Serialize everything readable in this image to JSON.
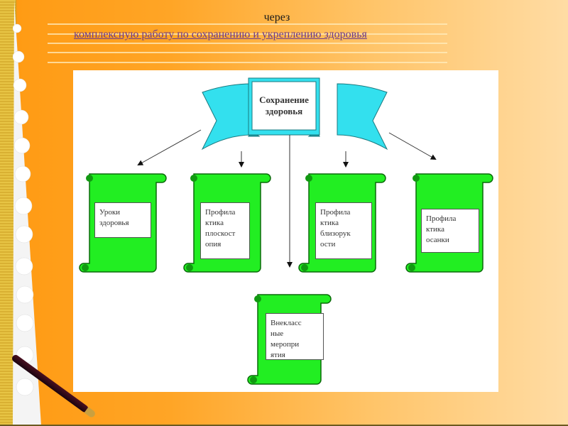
{
  "header": {
    "line1": "через",
    "line2": "комплексную работу по сохранению и укреплению здоровья"
  },
  "diagram": {
    "center": {
      "line1": "Сохранение",
      "line2": "здоровья"
    },
    "scrolls": [
      {
        "id": "lessons",
        "lines": [
          "Уроки",
          "здоровья"
        ]
      },
      {
        "id": "flatfoot",
        "lines": [
          "Профила",
          "ктика",
          "плоскост",
          "опия"
        ]
      },
      {
        "id": "myopia",
        "lines": [
          "Профила",
          "ктика",
          "близорук",
          "ости"
        ]
      },
      {
        "id": "posture",
        "lines": [
          "Профила",
          "ктика",
          "осанки"
        ]
      },
      {
        "id": "extracurricular",
        "lines": [
          "Внекласс",
          "ные",
          "меропри",
          "ятия"
        ]
      }
    ],
    "colors": {
      "ribbon": "#33e0ee",
      "scroll": "#22ee22",
      "scroll_dark": "#119911",
      "outline": "#0a6a0a"
    }
  }
}
